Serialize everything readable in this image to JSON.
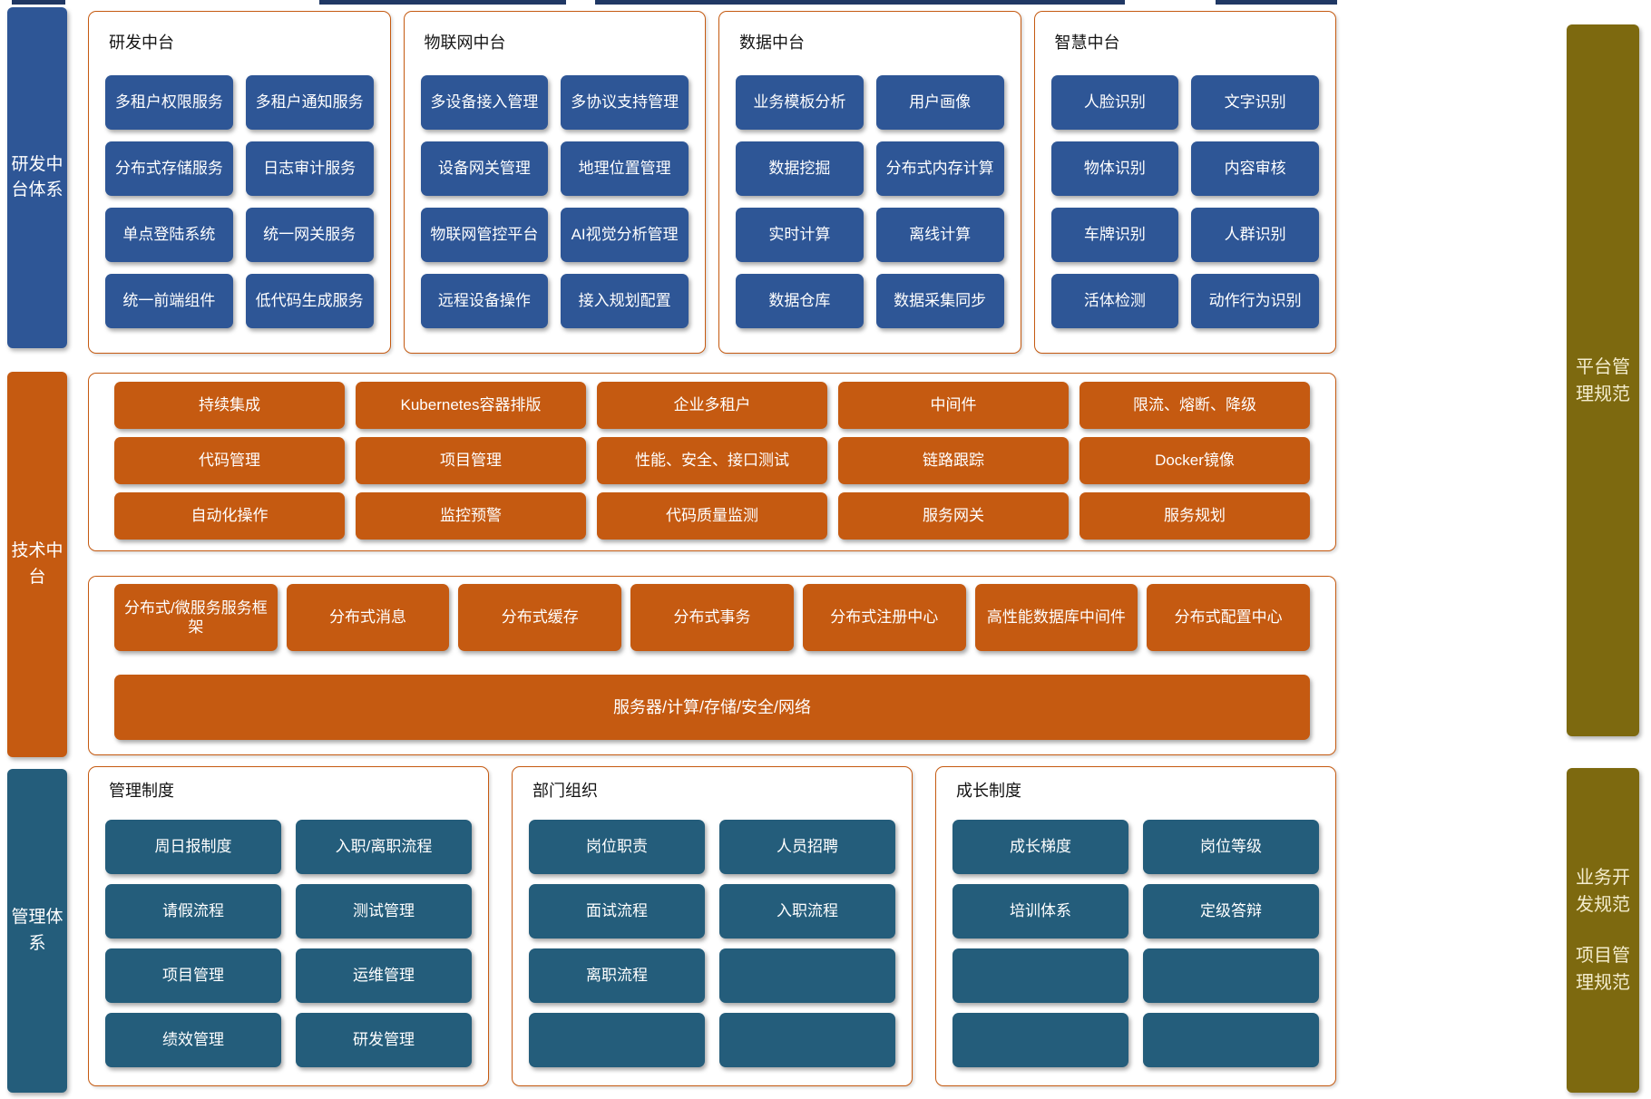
{
  "colors": {
    "blue": "#2E5696",
    "steel_blue": "#245D7B",
    "orange": "#C55A11",
    "olive": "#7D690F",
    "navy_strip": "#203864",
    "panel_border": "#C55A11"
  },
  "left_bars": [
    {
      "label": "研发中台体系"
    },
    {
      "label": "技术中台"
    },
    {
      "label": "管理体系"
    }
  ],
  "right_bars": {
    "top": {
      "label": "平台管理规范"
    },
    "bottom": {
      "labels": [
        "业务开发规范",
        "项目管理规范"
      ]
    }
  },
  "top_groups": [
    {
      "title": "研发中台",
      "items": [
        "多租户权限服务",
        "多租户通知服务",
        "分布式存储服务",
        "日志审计服务",
        "单点登陆系统",
        "统一网关服务",
        "统一前端组件",
        "低代码生成服务"
      ]
    },
    {
      "title": "物联网中台",
      "items": [
        "多设备接入管理",
        "多协议支持管理",
        "设备网关管理",
        "地理位置管理",
        "物联网管控平台",
        "AI视觉分析管理",
        "远程设备操作",
        "接入规划配置"
      ]
    },
    {
      "title": "数据中台",
      "items": [
        "业务模板分析",
        "用户画像",
        "数据挖掘",
        "分布式内存计算",
        "实时计算",
        "离线计算",
        "数据仓库",
        "数据采集同步"
      ]
    },
    {
      "title": "智慧中台",
      "items": [
        "人脸识别",
        "文字识别",
        "物体识别",
        "内容审核",
        "车牌识别",
        "人群识别",
        "活体检测",
        "动作行为识别"
      ]
    }
  ],
  "tech1": {
    "items": [
      "持续集成",
      "Kubernetes容器排版",
      "企业多租户",
      "中间件",
      "限流、熔断、降级",
      "代码管理",
      "项目管理",
      "性能、安全、接口测试",
      "链路跟踪",
      "Docker镜像",
      "自动化操作",
      "监控预警",
      "代码质量监测",
      "服务网关",
      "服务规划"
    ]
  },
  "tech2": {
    "items": [
      "分布式/微服务服务框架",
      "分布式消息",
      "分布式缓存",
      "分布式事务",
      "分布式注册中心",
      "高性能数据库中间件",
      "分布式配置中心"
    ],
    "bar": "服务器/计算/存储/安全/网络"
  },
  "bottom_groups": [
    {
      "title": "管理制度",
      "items": [
        "周日报制度",
        "入职/离职流程",
        "请假流程",
        "测试管理",
        "项目管理",
        "运维管理",
        "绩效管理",
        "研发管理"
      ]
    },
    {
      "title": "部门组织",
      "items": [
        "岗位职责",
        "人员招聘",
        "面试流程",
        "入职流程",
        "离职流程",
        "",
        "",
        ""
      ]
    },
    {
      "title": "成长制度",
      "items": [
        "成长梯度",
        "岗位等级",
        "培训体系",
        "定级答辩",
        "",
        "",
        "",
        ""
      ]
    }
  ]
}
